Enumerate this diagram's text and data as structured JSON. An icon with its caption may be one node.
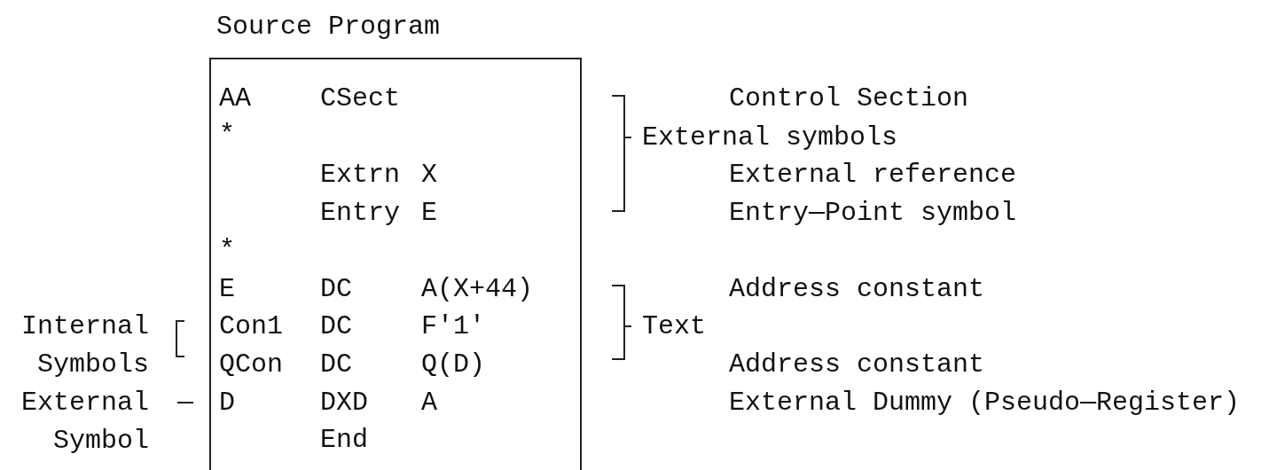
{
  "diagram": {
    "nodes": [
      {
        "text": [
          "Source Program"
        ]
      }
    ],
    "edges": [],
    "labels": [
      "AA",
      "CSect",
      "*",
      "Extrn",
      "X",
      "Entry",
      "E",
      "*",
      "E",
      "DC",
      "A(X+44)",
      "Con1",
      "DC",
      "F'1'",
      "QCon",
      "DC",
      "Q(D)",
      "D",
      "DXD",
      "A",
      "End",
      "Control Section",
      "External symbols",
      "External reference",
      "Entry—Point symbol",
      "Address constant",
      "Text",
      "Address constant",
      "External Dummy (Pseudo—Register)",
      "Internal Symbols",
      "External Symbol"
    ]
  }
}
